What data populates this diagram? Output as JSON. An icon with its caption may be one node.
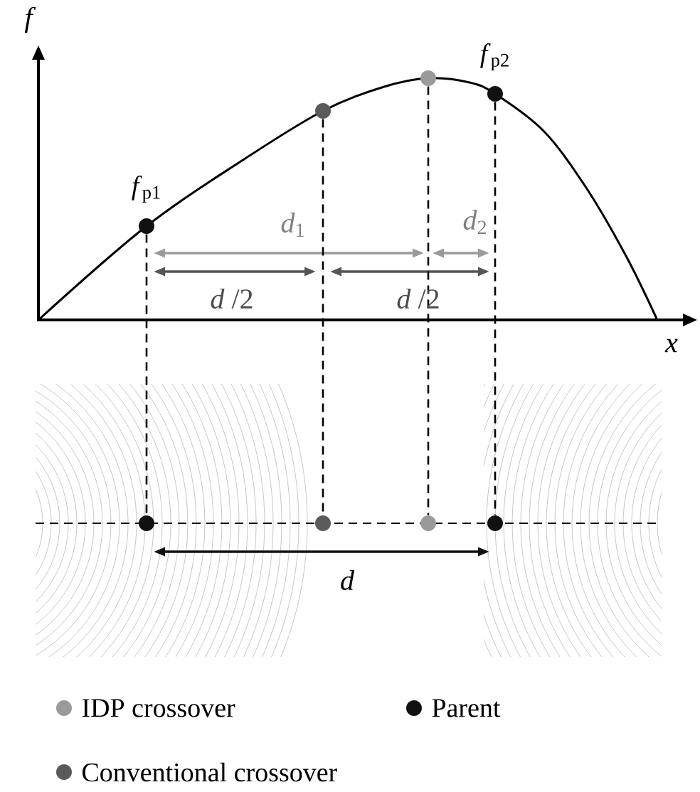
{
  "diagram": {
    "nodes": [
      {
        "text": [],
        "shape": "circle",
        "beside": [
          "*f*$_{p1}$"
        ]
      },
      {
        "text": [],
        "shape": "circle"
      },
      {
        "text": [],
        "shape": "circle"
      },
      {
        "text": [],
        "shape": "circle",
        "beside": [
          "*f*$_{p2}$"
        ]
      },
      {
        "text": [],
        "shape": "circle"
      },
      {
        "text": [],
        "shape": "circle"
      },
      {
        "text": [],
        "shape": "circle"
      },
      {
        "text": [],
        "shape": "circle"
      }
    ],
    "edges": [
      {
        "from": 0,
        "to": 4,
        "arrow": "none",
        "style": "dashed"
      },
      {
        "from": 1,
        "to": 5,
        "arrow": "none",
        "style": "dashed"
      },
      {
        "from": 2,
        "to": 6,
        "arrow": "none",
        "style": "dashed"
      },
      {
        "from": 3,
        "to": 7,
        "arrow": "none",
        "style": "dashed"
      }
    ],
    "labels": [
      "f",
      "*d*$_{1}$",
      "*d*$_{2}$",
      "*d* /2",
      "*d* /2",
      "x",
      "d"
    ],
    "legend": [
      {
        "text": "IDP crossover",
        "color": "#9a9a9a"
      },
      {
        "text": "Parent",
        "color": "#111111"
      },
      {
        "text": "Conventional crossover",
        "color": "#5a5a5a"
      }
    ]
  }
}
